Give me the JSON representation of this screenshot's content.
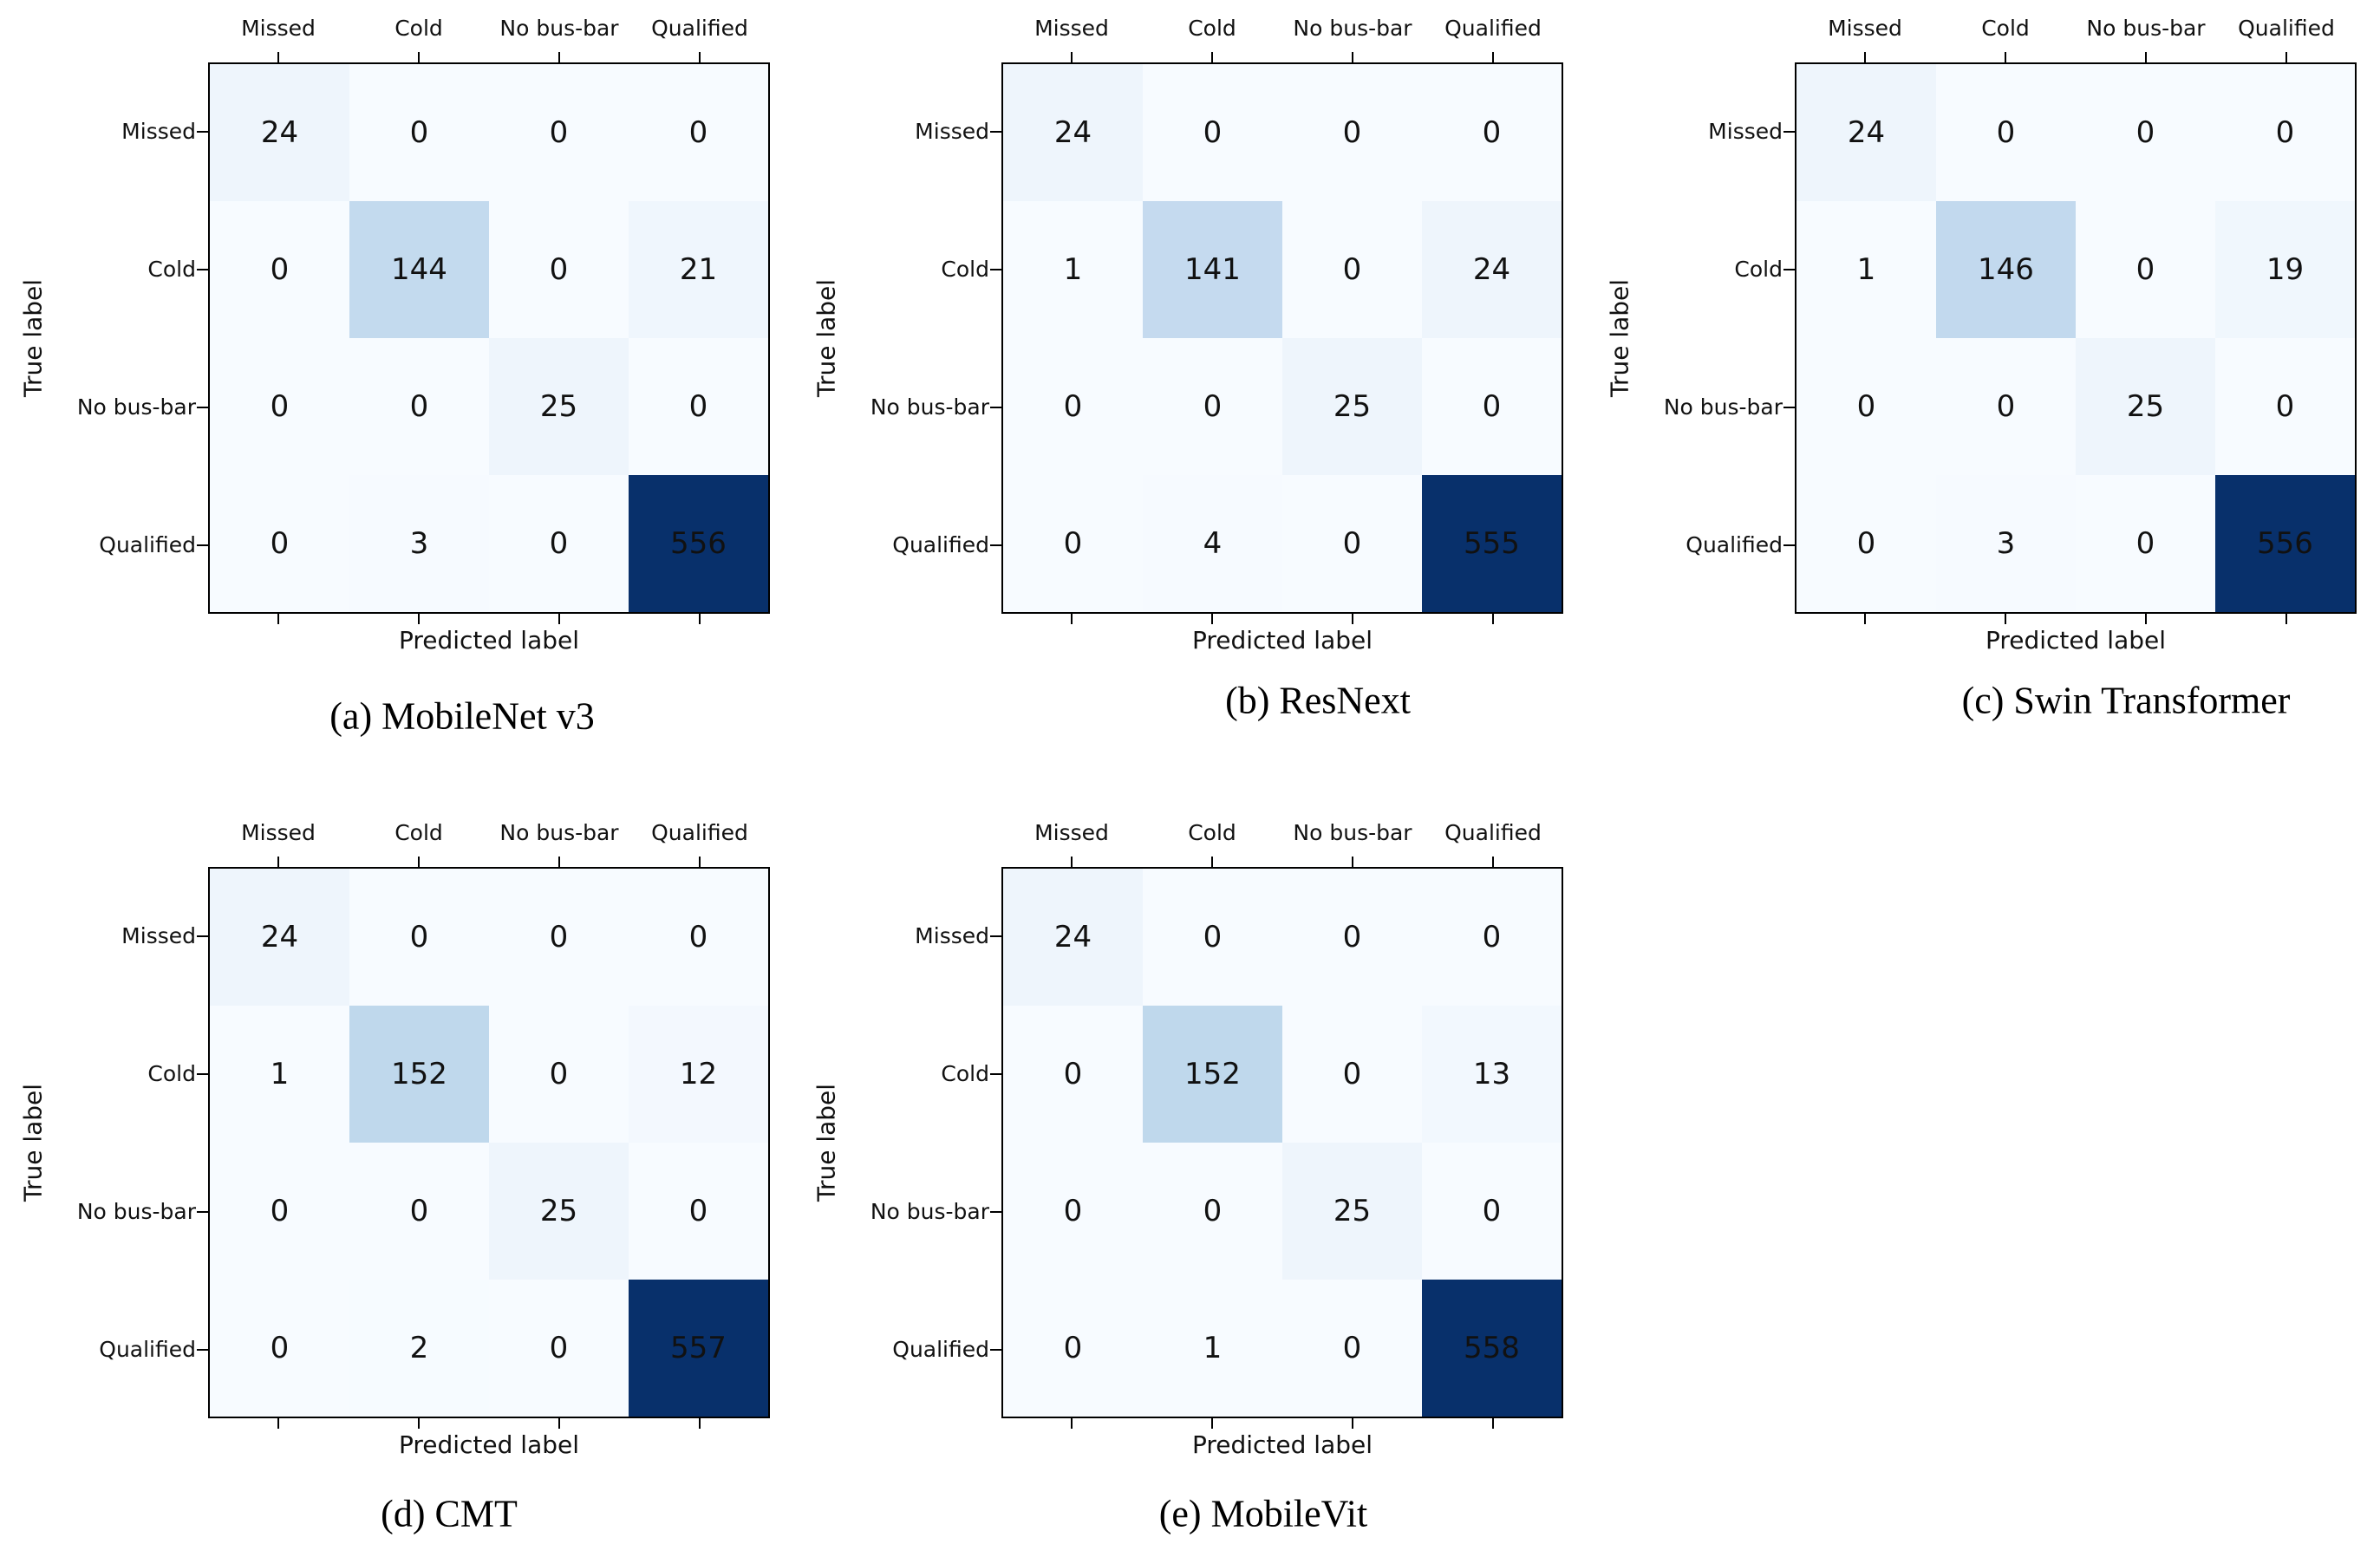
{
  "figure": {
    "background": "#ffffff",
    "frame_color": "#000000",
    "text_color": "#111111",
    "colormap": {
      "name": "Blues",
      "min_color": "#f7fbff",
      "max_color": "#08306b"
    }
  },
  "chart_data": [
    {
      "type": "heatmap",
      "caption": "(a) MobileNet v3",
      "categories": [
        "Missed",
        "Cold",
        "No bus-bar",
        "Qualified"
      ],
      "xlabel": "Predicted label",
      "ylabel": "True label",
      "matrix": [
        [
          24,
          0,
          0,
          0
        ],
        [
          0,
          144,
          0,
          21
        ],
        [
          0,
          0,
          25,
          0
        ],
        [
          0,
          3,
          0,
          556
        ]
      ]
    },
    {
      "type": "heatmap",
      "caption": "(b) ResNext",
      "categories": [
        "Missed",
        "Cold",
        "No bus-bar",
        "Qualified"
      ],
      "xlabel": "Predicted label",
      "ylabel": "True label",
      "matrix": [
        [
          24,
          0,
          0,
          0
        ],
        [
          1,
          141,
          0,
          24
        ],
        [
          0,
          0,
          25,
          0
        ],
        [
          0,
          4,
          0,
          555
        ]
      ]
    },
    {
      "type": "heatmap",
      "caption": "(c) Swin Transformer",
      "categories": [
        "Missed",
        "Cold",
        "No bus-bar",
        "Qualified"
      ],
      "xlabel": "Predicted label",
      "ylabel": "True label",
      "matrix": [
        [
          24,
          0,
          0,
          0
        ],
        [
          1,
          146,
          0,
          19
        ],
        [
          0,
          0,
          25,
          0
        ],
        [
          0,
          3,
          0,
          556
        ]
      ]
    },
    {
      "type": "heatmap",
      "caption": "(d) CMT",
      "categories": [
        "Missed",
        "Cold",
        "No bus-bar",
        "Qualified"
      ],
      "xlabel": "Predicted label",
      "ylabel": "True label",
      "matrix": [
        [
          24,
          0,
          0,
          0
        ],
        [
          1,
          152,
          0,
          12
        ],
        [
          0,
          0,
          25,
          0
        ],
        [
          0,
          2,
          0,
          557
        ]
      ]
    },
    {
      "type": "heatmap",
      "caption": "(e) MobileVit",
      "categories": [
        "Missed",
        "Cold",
        "No bus-bar",
        "Qualified"
      ],
      "xlabel": "Predicted label",
      "ylabel": "True label",
      "matrix": [
        [
          24,
          0,
          0,
          0
        ],
        [
          0,
          152,
          0,
          13
        ],
        [
          0,
          0,
          25,
          0
        ],
        [
          0,
          1,
          0,
          558
        ]
      ]
    }
  ]
}
